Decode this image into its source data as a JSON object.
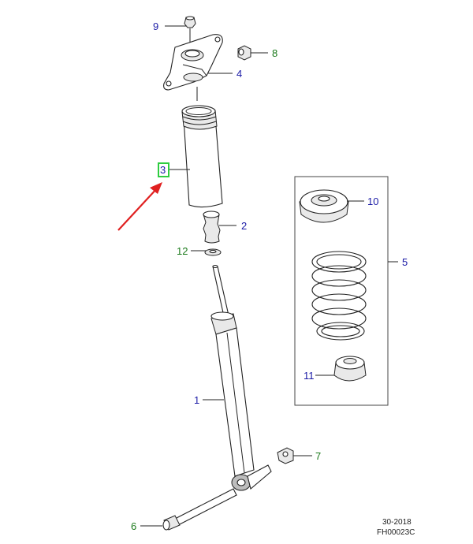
{
  "callouts": [
    {
      "id": "c9",
      "label": "9",
      "color": "#1a1aa6"
    },
    {
      "id": "c8",
      "label": "8",
      "color": "#1b7a1b"
    },
    {
      "id": "c4",
      "label": "4",
      "color": "#1a1aa6"
    },
    {
      "id": "c3",
      "label": "3",
      "color": "#1a1aa6",
      "highlighted": true
    },
    {
      "id": "c2",
      "label": "2",
      "color": "#1a1aa6"
    },
    {
      "id": "c12",
      "label": "12",
      "color": "#1b7a1b"
    },
    {
      "id": "c10",
      "label": "10",
      "color": "#1a1aa6"
    },
    {
      "id": "c5",
      "label": "5",
      "color": "#1a1aa6"
    },
    {
      "id": "c11",
      "label": "11",
      "color": "#1a1aa6"
    },
    {
      "id": "c1",
      "label": "1",
      "color": "#1a1aa6"
    },
    {
      "id": "c7",
      "label": "7",
      "color": "#1b7a1b"
    },
    {
      "id": "c6",
      "label": "6",
      "color": "#1b7a1b"
    }
  ],
  "highlight_color": "#2ecc40",
  "arrow_color": "#e02020",
  "footer": {
    "line1": "30-2018",
    "line2": "FH00023C"
  }
}
